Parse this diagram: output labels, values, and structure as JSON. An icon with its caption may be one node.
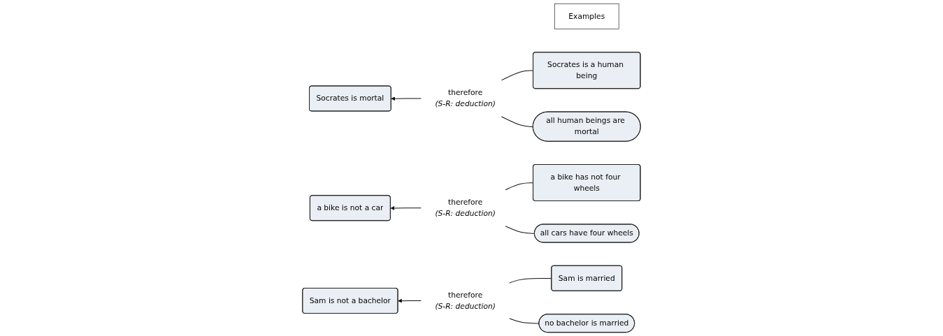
{
  "diagram": {
    "nodes": [
      {
        "text": [
          "Examples"
        ]
      },
      {
        "text": [
          "Socrates is mortal"
        ]
      },
      {
        "text": [
          "therefore",
          "(S-R: deduction)"
        ]
      },
      {
        "text": [
          "Socrates is a human being"
        ]
      },
      {
        "text": [
          "all human beings are mortal"
        ]
      },
      {
        "text": [
          "a bike is not a car"
        ]
      },
      {
        "text": [
          "therefore",
          "(S-R: deduction)"
        ]
      },
      {
        "text": [
          "a bike has not four wheels"
        ]
      },
      {
        "text": [
          "all cars have four wheels"
        ]
      },
      {
        "text": [
          "Sam is not a bachelor"
        ]
      },
      {
        "text": [
          "therefore",
          "(S-R: deduction)"
        ]
      },
      {
        "text": [
          "Sam is married"
        ]
      },
      {
        "text": [
          "no bachelor is married"
        ]
      }
    ],
    "edges": [
      {
        "from": 3,
        "to": 2,
        "arrow": "none"
      },
      {
        "from": 2,
        "to": 1,
        "arrow": "to"
      },
      {
        "from": 4,
        "to": 2,
        "arrow": "none"
      },
      {
        "from": 7,
        "to": 6,
        "arrow": "none"
      },
      {
        "from": 6,
        "to": 5,
        "arrow": "to"
      },
      {
        "from": 8,
        "to": 6,
        "arrow": "none"
      },
      {
        "from": 11,
        "to": 10,
        "arrow": "none"
      },
      {
        "from": 10,
        "to": 9,
        "arrow": "to"
      },
      {
        "from": 12,
        "to": 10,
        "arrow": "none"
      }
    ]
  }
}
